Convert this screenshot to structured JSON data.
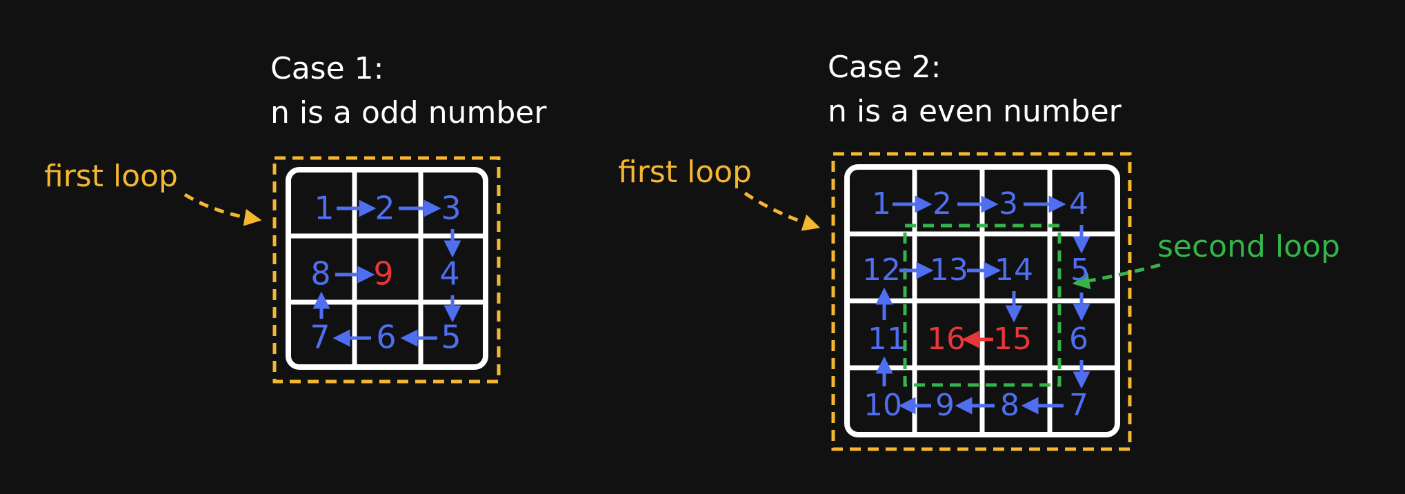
{
  "colors": {
    "background": "#111111",
    "text": "#ffffff",
    "number": "#4f6ef0",
    "center": "#e8363a",
    "first_loop": "#f5b731",
    "second_loop": "#35b44a",
    "grid": "#ffffff"
  },
  "case1": {
    "title": "Case 1:",
    "subtitle": "n is a odd number",
    "loop_label": "first loop",
    "cells": [
      [
        "1",
        "2",
        "3"
      ],
      [
        "8",
        "9",
        "4"
      ],
      [
        "7",
        "6",
        "5"
      ]
    ],
    "center_values": [
      "9"
    ]
  },
  "case2": {
    "title": "Case 2:",
    "subtitle": "n is a even number",
    "loop_label": "first loop",
    "second_loop_label": "second loop",
    "cells": [
      [
        "1",
        "2",
        "3",
        "4"
      ],
      [
        "12",
        "13",
        "14",
        "5"
      ],
      [
        "11",
        "16",
        "15",
        "6"
      ],
      [
        "10",
        "9",
        "8",
        "7"
      ]
    ],
    "center_values": [
      "16",
      "15"
    ]
  }
}
